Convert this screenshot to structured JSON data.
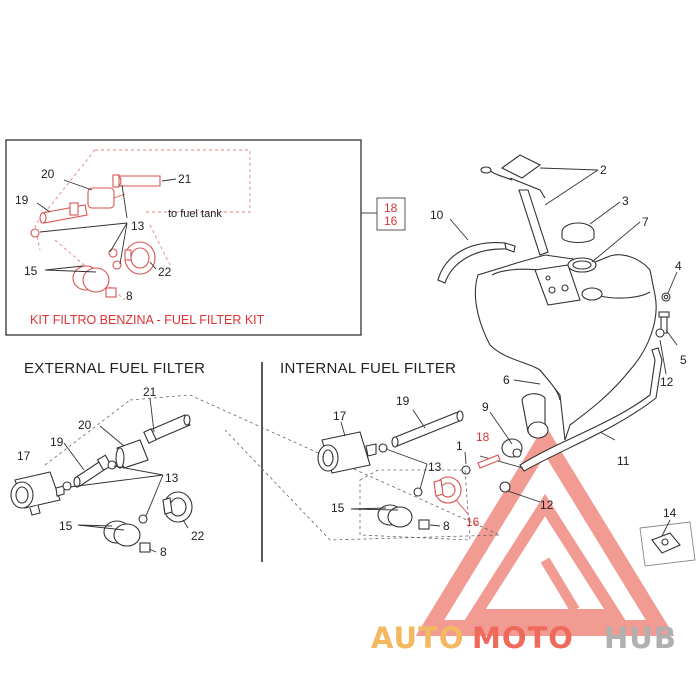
{
  "kit_title": "KIT FILTRO BENZINA - FUEL FILTER KIT",
  "kit_note": "to fuel tank",
  "ref_box": [
    "18",
    "16"
  ],
  "headers": {
    "external": "EXTERNAL FUEL FILTER",
    "internal": "INTERNAL FUEL FILTER"
  },
  "kit_labels": [
    "20",
    "21",
    "19",
    "13",
    "15",
    "22",
    "8"
  ],
  "tank_labels": [
    "2",
    "3",
    "7",
    "10",
    "4",
    "5",
    "12",
    "6",
    "9",
    "1",
    "18",
    "11",
    "12",
    "14"
  ],
  "external_labels": [
    "21",
    "20",
    "19",
    "17",
    "13",
    "15",
    "22",
    "8"
  ],
  "internal_labels": [
    "19",
    "17",
    "13",
    "15",
    "8",
    "16"
  ],
  "watermark": {
    "part1": "AUTO",
    "part2": "MOTO",
    "part3": "HUB",
    "colors": {
      "orange": "#f3b860",
      "red": "#f06a5c",
      "grey": "#b0b0b0",
      "triangle": "#f08a80"
    }
  }
}
